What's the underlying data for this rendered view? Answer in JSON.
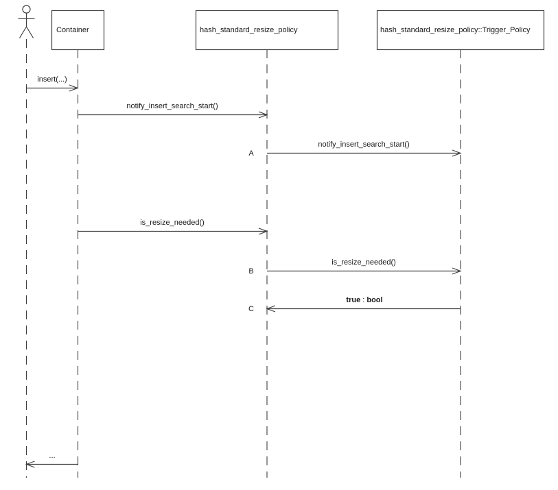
{
  "diagram": {
    "type": "uml-sequence-diagram",
    "colors": {
      "line": "#3e3e3e",
      "text": "#1a1a1a",
      "background": "#ffffff"
    },
    "participants": [
      {
        "id": "user",
        "kind": "actor"
      },
      {
        "id": "container",
        "kind": "object",
        "label": "Container"
      },
      {
        "id": "resize_policy",
        "kind": "object",
        "label": "hash_standard_resize_policy"
      },
      {
        "id": "trigger_policy",
        "kind": "object",
        "label": "hash_standard_resize_policy::Trigger_Policy"
      }
    ],
    "messages": [
      {
        "from": "user",
        "to": "container",
        "label": "insert(...)"
      },
      {
        "from": "container",
        "to": "resize_policy",
        "label": "notify_insert_search_start()"
      },
      {
        "tag": "A",
        "from": "resize_policy",
        "to": "trigger_policy",
        "label": "notify_insert_search_start()"
      },
      {
        "from": "container",
        "to": "resize_policy",
        "label": "is_resize_needed()"
      },
      {
        "tag": "B",
        "from": "resize_policy",
        "to": "trigger_policy",
        "label": "is_resize_needed()"
      },
      {
        "tag": "C",
        "from": "trigger_policy",
        "to": "resize_policy",
        "return_value": "true",
        "separator": " : ",
        "return_type": "bool"
      },
      {
        "from": "container",
        "to": "user",
        "label": "..."
      }
    ]
  }
}
